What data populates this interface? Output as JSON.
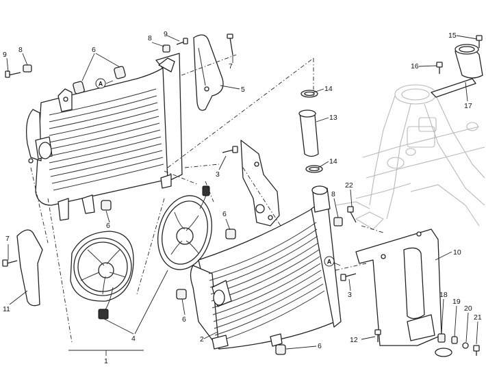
{
  "diagram": {
    "callouts": [
      {
        "id": "c9a",
        "label": "9"
      },
      {
        "id": "c8a",
        "label": "8"
      },
      {
        "id": "c6a",
        "label": "6"
      },
      {
        "id": "c8b",
        "label": "8"
      },
      {
        "id": "c9b",
        "label": "9"
      },
      {
        "id": "c7a",
        "label": "7"
      },
      {
        "id": "c5",
        "label": "5"
      },
      {
        "id": "c14a",
        "label": "14"
      },
      {
        "id": "c13",
        "label": "13"
      },
      {
        "id": "c14b",
        "label": "14"
      },
      {
        "id": "c3a",
        "label": "3"
      },
      {
        "id": "c15",
        "label": "15"
      },
      {
        "id": "c16",
        "label": "16"
      },
      {
        "id": "c17",
        "label": "17"
      },
      {
        "id": "c6b",
        "label": "6"
      },
      {
        "id": "c7b",
        "label": "7"
      },
      {
        "id": "c11",
        "label": "11"
      },
      {
        "id": "c6c",
        "label": "6"
      },
      {
        "id": "c8c",
        "label": "8"
      },
      {
        "id": "c22",
        "label": "22"
      },
      {
        "id": "c10",
        "label": "10"
      },
      {
        "id": "c3b",
        "label": "3"
      },
      {
        "id": "c6d",
        "label": "6"
      },
      {
        "id": "c2",
        "label": "2"
      },
      {
        "id": "c4",
        "label": "4"
      },
      {
        "id": "c1",
        "label": "1"
      },
      {
        "id": "c6e",
        "label": "6"
      },
      {
        "id": "c12",
        "label": "12"
      },
      {
        "id": "c18",
        "label": "18"
      },
      {
        "id": "c19",
        "label": "19"
      },
      {
        "id": "c20",
        "label": "20"
      },
      {
        "id": "c21",
        "label": "21"
      }
    ],
    "reference_markers": [
      {
        "id": "refA1",
        "label": "A"
      },
      {
        "id": "refA2",
        "label": "A"
      }
    ]
  }
}
